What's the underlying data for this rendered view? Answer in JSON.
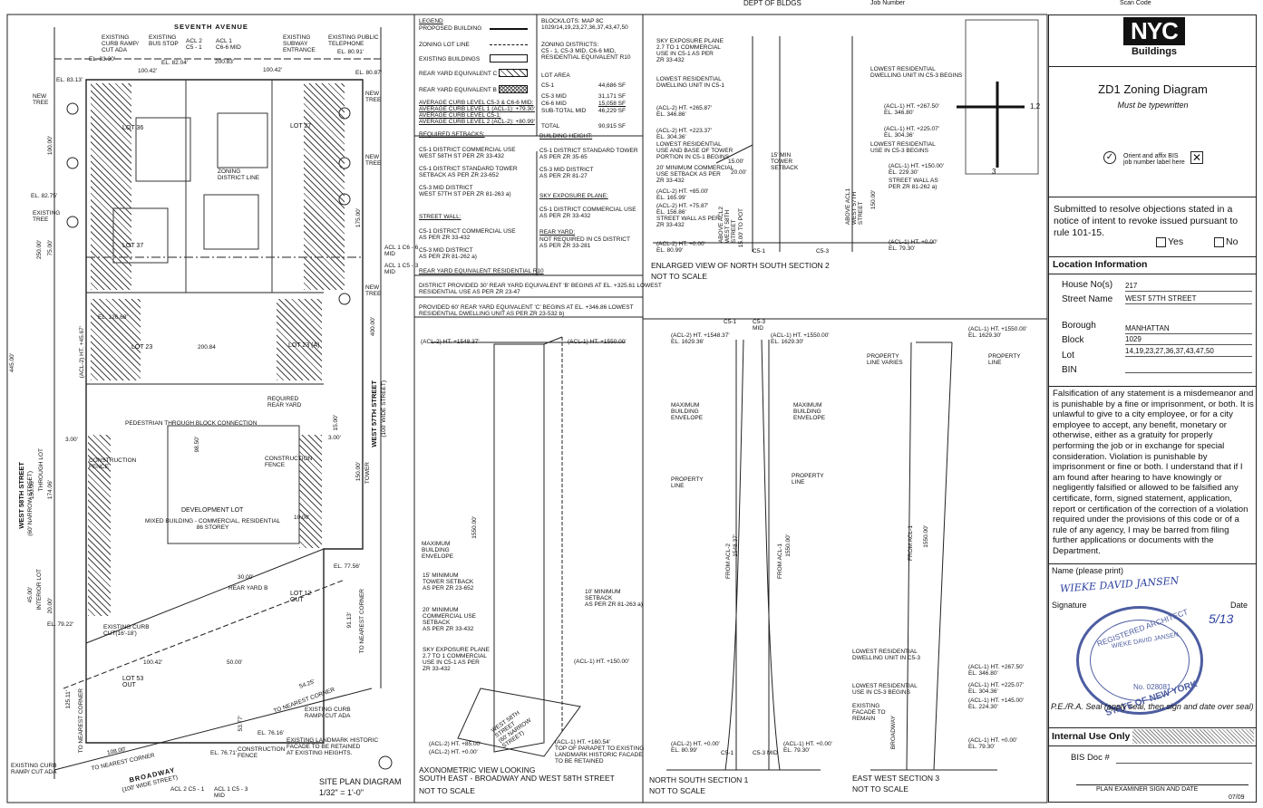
{
  "top": {
    "dept": "DEPT OF BLDGS",
    "job_number_label": "Job Number",
    "scan_code_label": "Scan Code"
  },
  "site_plan": {
    "street_top": "SEVENTH AVENUE",
    "street_left": "WEST 58TH STREET",
    "street_left_sub": "(60' NARROW STREET)",
    "street_right": "WEST 57TH STREET",
    "street_right_sub": "(100' WIDE STREET)",
    "street_bottom": "BROADWAY",
    "street_bottom_sub": "(100' WIDE STREET)",
    "labels": {
      "existing_curb_ramp": "EXISTING\nCURB RAMP/\nCUT ADA",
      "existing_bus_stop": "EXISTING\nBUS STOP",
      "acl2": "ACL 2\nC5 - 1",
      "acl1": "ACL 1\nC6-6 MID",
      "existing_subway": "EXISTING\nSUBWAY\nENTRANCE",
      "existing_telephone": "EXISTING PUBLIC\nTELEPHONE",
      "el_8330": "EL. 83.30'",
      "el_8204": "EL. 82.04'",
      "d_20083": "200.83'",
      "el_8091": "EL. 80.91'",
      "d_10042a": "100.42'",
      "d_10042b": "100.42'",
      "el_8313": "EL. 83.13'",
      "el_8087": "EL. 80.87'",
      "new_tree_1": "NEW\nTREE",
      "new_tree_2": "NEW\nTREE",
      "new_tree_3": "NEW\nTREE",
      "new_tree_4": "NEW\nTREE",
      "existing_tree": "EXISTING\nTREE",
      "lot36": "LOT 36",
      "lot27": "LOT 27",
      "lot37": "LOT 37",
      "lot23": "LOT 23",
      "lot23a": "LOT 23 (A)",
      "zoning_district_line": "ZONING\nDISTRICT LINE",
      "el_8275": "EL. 82.75'",
      "d_10000": "100.00'",
      "d_17500": "175.00'",
      "d_25000": "250.00'",
      "d_7500": "75.00'",
      "d_44500": "445.00'",
      "d_40000": "400.00'",
      "acl1_c66": "ACL 1 C6 - 6\nMID",
      "acl1_c53": "ACL 1 C5 - 3\nMID",
      "el_12668": "EL. 126.68'",
      "d_20084": "200.84",
      "acl2_ht": "(ACL-2) HT. +45.67'",
      "required_rear_yard": "REQUIRED\nREAR YARD",
      "pedestrian": "PEDESTRIAN THROUGH BLOCK CONNECTION",
      "d_1500a": "15.00'",
      "d_300a": "3.00'",
      "d_300b": "3.00'",
      "construction_fence_l": "CONSTRUCTION\nFENCE",
      "construction_fence_r": "CONSTRUCTION\nFENCE",
      "d_9850": "98.50'",
      "d_15000": "150.00'",
      "d_17406": "174.06'",
      "d_15000b": "150.00'",
      "tower": "TOWER",
      "through_lot": "THROUGH LOT",
      "development_lot": "DEVELOPMENT LOT",
      "mixed": "MIXED BUILDING - COMMERCIAL, RESIDENTIAL\n86 STOREY",
      "d_1000": "10.00'",
      "el_7756": "EL. 77.56'",
      "d_3000": "30.00'",
      "rear_yard_b": "REAR YARD B",
      "lot12": "LOT 12\nOUT",
      "interior_lot": "INTERIOR LOT",
      "d_4500": "45.00'",
      "d_2000": "20.00'",
      "el_7922": "EL. 79.22'",
      "existing_curb_cut": "EXISTING CURB\nCUT(16'-18')",
      "d_9113": "91.13'",
      "to_nearest_corner_r": "TO NEAREST CORNER",
      "d_10042c": "100.42'",
      "d_5000": "50.00'",
      "lot53": "LOT 53\nOUT",
      "d_12511": "125.11'",
      "to_nearest_corner_l": "TO NEAREST CORNER",
      "d_5425": "54.25'",
      "to_nearest_corner_b": "TO NEAREST CORNER",
      "existing_curb_ramp2": "EXISTING CURB\nRAMP/ CUT ADA",
      "d_5377": "53.77'",
      "el_7616": "EL. 76.16'",
      "existing_landmark": "EXISTING LANDMARK HISTORIC\nFACADE TO BE RETAINED\nAT EXISTING HEIGHTS.",
      "d_10800": "108.00'",
      "to_nearest_corner_bl": "TO NEAREST CORNER",
      "el_7671": "EL. 76.71'",
      "construction_fence_b": "CONSTRUCTION\nFENCE",
      "existing_curb_ramp3": "EXISTING CURB\nRAMP/ CUT ADA",
      "acl2_bottom": "ACL 2 C5 - 1",
      "acl1_bottom": "ACL 1 C5 - 3\nMID"
    },
    "title": "SITE PLAN DIAGRAM",
    "scale": "1/32\" = 1'-0\""
  },
  "legend": {
    "heading": "LEGEND",
    "rows": [
      "PROPOSED BUILDING",
      "ZONING LOT LINE",
      "EXISTING BUILDINGS",
      "REAR YARD EQUIVALENT C",
      "REAR YARD EQUIVALENT B"
    ],
    "block_lots": "BLOCK/LOTS: MAP 8C\n1029/14,19,23,27,36,37,43,47,50",
    "zoning_districts": "ZONING DISTRICTS:\nC5 - 1, C5-3 MID, C6-6 MID,\nRESIDENTIAL EQUIVALENT R10",
    "lot_area_heading": "LOT AREA",
    "lot_area": [
      {
        "k": "C5-1",
        "v": "44,686 SF"
      },
      {
        "k": "C5-3 MID",
        "v": "31,171 SF"
      },
      {
        "k": "C6-6 MID",
        "v": "15,058 SF"
      },
      {
        "k": "SUB-TOTAL MID",
        "v": "46,229 SF"
      },
      {
        "k": "TOTAL",
        "v": "90,915 SF"
      }
    ],
    "curb_levels": "AVERAGE CURB LEVEL C5-3 & C6-6 MID:\nAVERAGE CURB LEVEL 1 (ACL-1): +79.30'\nAVERAGE CURB LEVEL C5-1:\nAVERAGE CURB LEVEL 2 (ACL-2): +80.99'",
    "required_setbacks_h": "REQUIRED SETBACKS:",
    "setbacks": "C5-1 DISTRICT COMMERCIAL USE\nWEST 58TH ST PER ZR 33-432\n\nC5-1 DISTRICT STANDARD TOWER\nSETBACK AS PER ZR 23-652\n\nC5-3 MID DISTRICT\nWEST 57TH ST PER ZR 81-263 a)",
    "street_wall_h": "STREET WALL:",
    "street_wall": "C5-1 DISTRICT COMMERCIAL USE\nAS PER ZR 33-432\n\nC5-3 MID DISTRICT\nAS PER ZR 81-262 a)",
    "rear_yard_eq_h": "REAR YARD EQUIVALENT RESIDENTIAL R10",
    "building_height_h": "BUILDING HEIGHT:",
    "building_height": "C5-1 DISTRICT STANDARD TOWER\nAS PER ZR 35-65\n\nC5-3 MID DISTRICT\nAS PER ZR 81-27",
    "sky_exposure_h": "SKY EXPOSURE PLANE:",
    "sky_exposure": "C5-1 DISTRICT COMMERCIAL USE\nAS PER ZR 33-432",
    "rear_yard_h": "REAR YARD:",
    "rear_yard": "NOT REQUIRED IN C5 DISTRICT\nAS PER ZR 33-281",
    "note1": "DISTRICT PROVIDED 30' REAR YARD EQUIVALENT 'B' BEGINS AT EL. +325.61 LOWEST\nRESIDENTIAL USE AS PER ZR 23-47",
    "note2": "PROVIDED 60' REAR YARD EQUIVALENT 'C' BEGINS AT EL. +346.86 LOWEST\nRESIDENTIAL DWELLING UNIT AS PER ZR 23-532 b)"
  },
  "axo": {
    "acl2_top": "(ACL-2) HT. +1548.37'",
    "acl1_top": "(ACL-1) HT. +1550.00'",
    "max_envelope": "MAXIMUM\nBUILDING\nENVELOPE",
    "tower_setback": "15' MINIMUM\nTOWER SETBACK\nAS PER ZR 23-652",
    "commercial_setback": "20' MINIMUM\nCOMMERCIAL USE\nSETBACK\nAS PER ZR 33-432",
    "sky_plane": "SKY EXPOSURE PLANE\n2.7 TO 1 COMMERCIAL\nUSE IN C5-1 AS PER\nZR 33-432",
    "min_setback": "10' MINIMUM\nSETBACK\nAS PER ZR 81-263 a)",
    "d_155000": "1550.00'",
    "acl1_150": "(ACL-1) HT. +150.00'",
    "acl2_85": "(ACL-2) HT. +85.00'",
    "acl2_0": "(ACL-2) HT. +0.00'",
    "acl1_16054": "(ACL-1) HT. +160.54'",
    "parapet": "TOP OF PARAPET TO EXISTING\nLANDMARK HISTORIC FACADE\nTO BE RETAINED",
    "west58": "WEST 58TH\nSTREET\n(60' NARROW\nSTREET)",
    "title": "AXONOMETRIC VIEW LOOKING\nSOUTH EAST - BROADWAY AND WEST 58TH STREET",
    "scale": "NOT TO SCALE"
  },
  "enlarged": {
    "sky_plane": "SKY EXPOSURE PLANE\n2.7 TO 1 COMMERCIAL\nUSE IN C5-1 AS PER\nZR 33-432",
    "lowest_res_c51": "LOWEST RESIDENTIAL\nDWELLING UNIT IN C5-1",
    "acl2_26587": "(ACL-2) HT. +265.87'\nEL. 346.86'",
    "acl2_22337": "(ACL-2) HT. +223.37'\nEL. 304.36'",
    "lowest_res_use": "LOWEST RESIDENTIAL\nUSE AND BASE OF TOWER\nPORTION IN C5-1 BEGINS",
    "min_commercial": "20' MINIMUM COMMERCIAL\nUSE SETBACK AS PER\nZR 33-432",
    "acl2_85": "(ACL-2) HT. +85.00'\nEL. 165.99'",
    "acl2_7587": "(ACL-2) HT. +75.87'\nEL. 156.86'",
    "street_wall": "STREET WALL AS PER\nZR 33-432",
    "acl2_0": "(ACL-2) HT. +0.00'\nEL. 80.99'",
    "d_1500": "15.00'",
    "d_2000": "20.00'",
    "min_tower": "15' MIN\nTOWER\nSETBACK",
    "lowest_res_c53": "LOWEST RESIDENTIAL\nDWELLING UNIT IN C5-3 BEGINS",
    "acl1_26757": "(ACL-1) HT. +267.50'\nEL. 346.80'",
    "acl1_22507": "(ACL-1) HT. +225.07'\nEL. 304.36'",
    "lowest_res_c53b": "LOWEST RESIDENTIAL\nUSE IN C5-3 BEGINS",
    "acl1_150": "(ACL-1) HT. +150.00'\nEL. 229.30'",
    "street_wall_r": "STREET WALL AS\nPER ZR 81-262 a)",
    "acl1_0": "(ACL-1) HT. +0.00'\nEL. 79.30'",
    "above_acl2": "ABOVE ACL2\nWEST 58TH\nSTREET",
    "above_acl1": "ABOVE ACL1\nWEST 57TH\nSTREET",
    "d_8500": "15.00' TO POT",
    "d_15000": "150.00'",
    "c51": "C5-1",
    "c53": "C5-3",
    "title": "ENLARGED VIEW OF NORTH SOUTH SECTION 2",
    "scale": "NOT TO SCALE"
  },
  "ns1": {
    "c51": "C5-1",
    "c53": "C5-3\nMID",
    "acl2_top": "(ACL-2) HT. +1548.37'\nEL. 1629.36'",
    "acl1_top": "(ACL-1) HT. +1550.00'\nEL. 1629.30'",
    "max_env_l": "MAXIMUM\nBUILDING\nENVELOPE",
    "max_env_r": "MAXIMUM\nBUILDING\nENVELOPE",
    "prop_l": "PROPERTY\nLINE",
    "prop_r": "PROPERTY\nLINE",
    "from_acl2": "FROM ACL-2",
    "from_acl1": "FROM ACL-1",
    "d_154837": "1548.37'",
    "d_155000": "1550.00'",
    "acl2_0": "(ACL-2) HT. +0.00'\nEL. 80.99'",
    "acl1_0": "(ACL-1) HT. +0.00'\nEL. 79.30'",
    "c51b": "C5-1",
    "c53b": "C5-3 MID",
    "title": "NORTH SOUTH SECTION 1",
    "scale": "NOT TO SCALE"
  },
  "ew3": {
    "acl1_top": "(ACL-1) HT. +1550.00'\nEL. 1629.30'",
    "prop_varies": "PROPERTY\nLINE VARIES",
    "prop_line": "PROPERTY\nLINE",
    "d_155000": "1550.00'",
    "from_acl1": "FROM ACL-1",
    "lowest_res_du": "LOWEST RESIDENTIAL\nDWELLING UNIT IN C5-3",
    "acl1_26750": "(ACL-1) HT. +267.50'\nEL. 346.80'",
    "lowest_res_use": "LOWEST RESIDENTIAL\nUSE IN C5-3 BEGINS",
    "acl1_22507": "(ACL-1) HT. +225.07'\nEL. 304.36'",
    "existing_facade": "EXISTING\nFACADE TO\nREMAIN",
    "acl1_145": "(ACL-1) HT. +145.00'\nEL. 224.30'",
    "broadway": "BROADWAY",
    "acl1_0": "(ACL-1) HT. +0.00'\nEL. 79.30'",
    "title": "EAST WEST SECTION 3",
    "scale": "NOT TO SCALE"
  },
  "key_plan": {
    "n1": "1,2",
    "n3": "3"
  },
  "form": {
    "logo": "NYC",
    "logo_sub": "Buildings",
    "title": "ZD1 Zoning Diagram",
    "subtitle": "Must be typewritten",
    "orient": "Orient and affix BIS\njob number label here",
    "objection_text": "Submitted to resolve objections stated in a notice of intent to revoke issued pursuant to rule 101-15.",
    "yes": "Yes",
    "no": "No",
    "location_h": "Location Information",
    "house_label": "House No(s)",
    "house": "217",
    "street_label": "Street Name",
    "street": "WEST 57TH STREET",
    "borough_label": "Borough",
    "borough": "MANHATTAN",
    "block_label": "Block",
    "block": "1029",
    "lot_label": "Lot",
    "lot": "14,19,23,27,36,37,43,47,50",
    "bin_label": "BIN",
    "bin": "",
    "falsification": "Falsification of any statement is a misdemeanor and is punishable by a fine or imprisonment, or both. It is unlawful to give to a city employee, or for a city employee to accept, any benefit, monetary or otherwise, either as a gratuity for properly performing the job or in exchange for special consideration. Violation is punishable by imprisonment or fine or both. I understand that if I am found after hearing to have knowingly or negligently falsified or allowed to be falsified any certificate, form, signed statement, application, report or certification of the correction of a violation required under the provisions of this code or of a rule of any agency, I may be barred from filing further applications or documents with the Department.",
    "name_label": "Name (please print)",
    "name_value": "WIEKE DAVID JANSEN",
    "signature_label": "Signature",
    "date_label": "Date",
    "date_value": "5/13",
    "seal_text": "REGISTERED ARCHITECT",
    "seal_name": "WIEKE DAVID JANSEN",
    "seal_no": "No. 028081",
    "seal_state": "STATE OF NEW YORK",
    "pe_seal": "P.E./R.A. Seal (apply seal, then sign and date over seal)",
    "internal_h": "Internal Use Only",
    "bis_doc": "BIS Doc #",
    "plan_examiner": "PLAN EXAMINER SIGN AND DATE",
    "rev": "07/09"
  }
}
